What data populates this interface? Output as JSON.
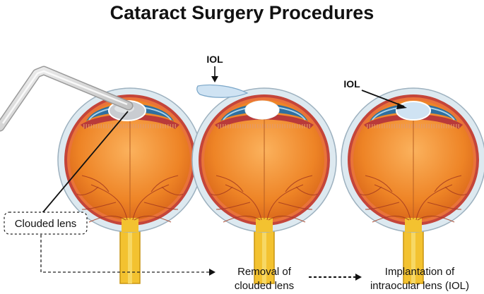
{
  "title": "Cataract Surgery Procedures",
  "labels": {
    "clouded_lens": "Clouded lens",
    "iol_top": "IOL",
    "iol_inside": "IOL"
  },
  "steps": {
    "removal_line1": "Removal of",
    "removal_line2": "clouded lens",
    "implant_line1": "Implantation of",
    "implant_line2": "intraocular lens (IOL)"
  },
  "colors": {
    "vitreous_orange": "#f08a2a",
    "sclera": "#dde9f0",
    "cornea_blue": "#2f6f9f",
    "nerve_yellow": "#f3c230",
    "clouded_lens": "#c9ccd1",
    "implanted_lens": "#cfe3f3"
  }
}
